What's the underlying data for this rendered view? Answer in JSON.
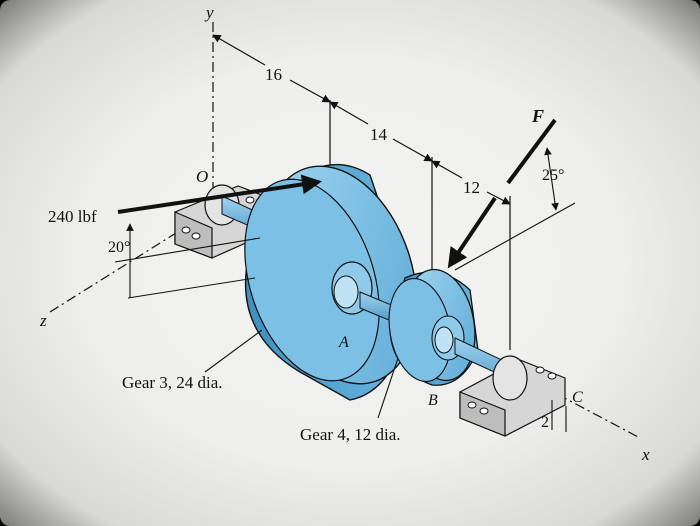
{
  "diagram": {
    "axes": {
      "y": "y",
      "x": "x",
      "z": "z"
    },
    "origin": "O",
    "dimensions": {
      "d1": "16",
      "d2": "14",
      "d3": "12",
      "d4": "2"
    },
    "points": {
      "a": "A",
      "b": "B",
      "c": "C"
    },
    "loads": {
      "left_force": "240 lbf",
      "left_angle": "20°",
      "right_force": "F",
      "right_angle": "25°"
    },
    "labels": {
      "gear3": "Gear 3, 24 dia.",
      "gear4": "Gear 4, 12 dia."
    },
    "colors": {
      "gear": "#5fb0dc",
      "gear_dark": "#3f8fbf",
      "gear_light": "#9fd3f0",
      "bearing": "#cfcfcf",
      "line": "#111111"
    }
  }
}
